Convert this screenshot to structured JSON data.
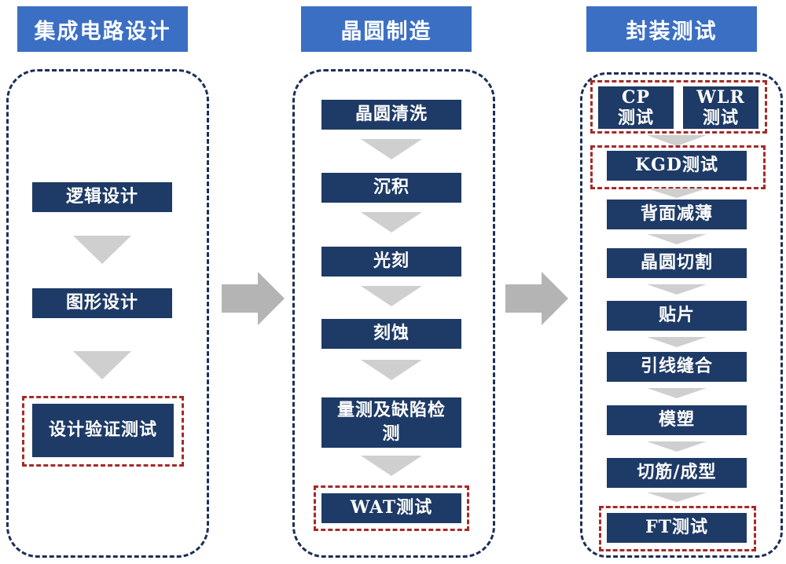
{
  "columns": [
    {
      "header": "集成电路设计",
      "steps": [
        "逻辑设计",
        "图形设计",
        "设计验证测试"
      ]
    },
    {
      "header": "晶圆制造",
      "steps": [
        "晶圆清洗",
        "沉积",
        "光刻",
        "刻蚀",
        "量测及缺陷检测",
        "WAT测试"
      ]
    },
    {
      "header": "封装测试",
      "test_pair": [
        {
          "line1": "CP",
          "line2": "测试"
        },
        {
          "line1": "WLR",
          "line2": "测试"
        }
      ],
      "steps": [
        "KGD测试",
        "背面减薄",
        "晶圆切割",
        "贴片",
        "引线缝合",
        "模塑",
        "切筋/成型",
        "FT测试"
      ]
    }
  ],
  "colors": {
    "header_bg": "#3b6fc4",
    "step_bg": "#1e3a66",
    "frame_border": "#1b2f57",
    "highlight_border": "#a52a2a",
    "arrow": "#cfcfcf"
  }
}
